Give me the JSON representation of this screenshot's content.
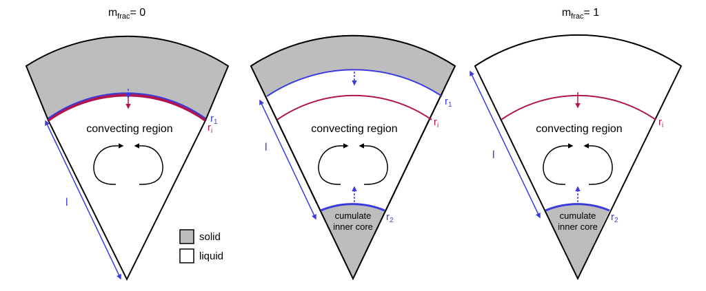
{
  "colors": {
    "solid_fill": "#bdbdbd",
    "liquid_fill": "#ffffff",
    "outline": "#000000",
    "blue": "#3b3bdc",
    "crimson": "#b01550"
  },
  "panels": [
    {
      "title_main": "m",
      "title_sub": "frac",
      "title_value": "= 0",
      "region_label": "convecting region",
      "length_label": "l",
      "r1_base": "r",
      "r1_sub": "1",
      "ri_base": "r",
      "ri_sub": "i"
    },
    {
      "region_label": "convecting region",
      "length_label": "l",
      "r1_base": "r",
      "r1_sub": "1",
      "ri_base": "r",
      "ri_sub": "i",
      "core_line1": "cumulate",
      "core_line2": "inner core",
      "r2_base": "r",
      "r2_sub": "2"
    },
    {
      "title_main": "m",
      "title_sub": "frac",
      "title_value": "= 1",
      "region_label": "convecting region",
      "length_label": "l",
      "ri_base": "r",
      "ri_sub": "i",
      "core_line1": "cumulate",
      "core_line2": "inner core",
      "r2_base": "r",
      "r2_sub": "2"
    }
  ],
  "legend": {
    "solid_label": "solid",
    "liquid_label": "liquid"
  }
}
